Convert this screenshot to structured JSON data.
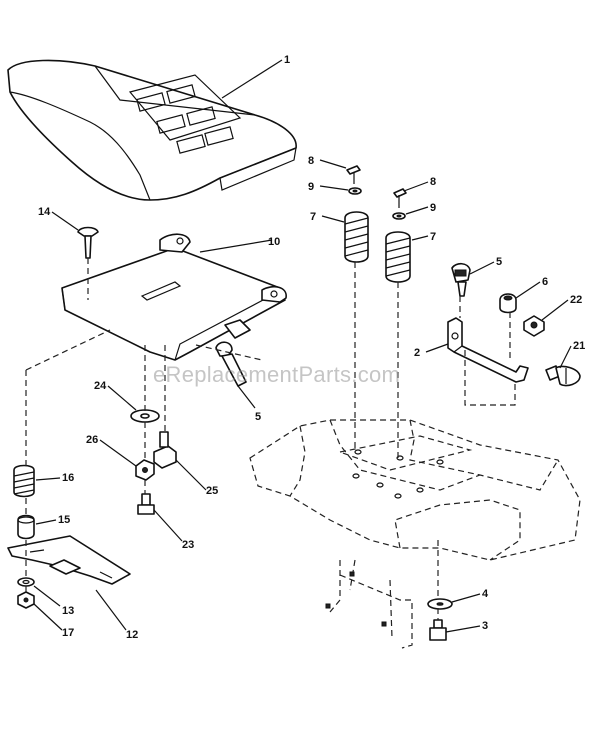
{
  "watermark": "eReplacementParts.com",
  "callouts": {
    "c1": "1",
    "c2": "2",
    "c3": "3",
    "c4": "4",
    "c5a": "5",
    "c5b": "5",
    "c6": "6",
    "c7a": "7",
    "c7b": "7",
    "c8a": "8",
    "c8b": "8",
    "c9a": "9",
    "c9b": "9",
    "c10": "10",
    "c12": "12",
    "c13": "13",
    "c14": "14",
    "c15": "15",
    "c16": "16",
    "c17": "17",
    "c21": "21",
    "c22": "22",
    "c23": "23",
    "c24": "24",
    "c25": "25",
    "c26": "26"
  }
}
